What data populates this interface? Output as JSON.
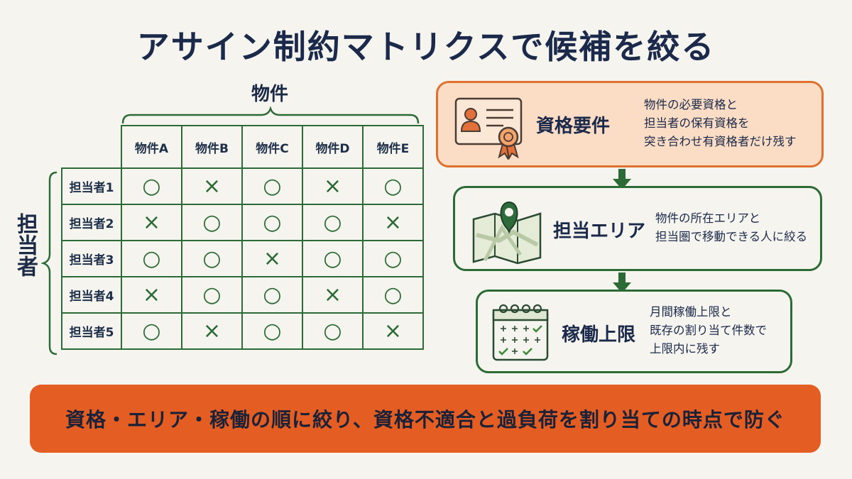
{
  "title": "アサイン制約マトリクスで候補を絞る",
  "matrix": {
    "column_axis_label": "物件",
    "row_axis_label": "担当者",
    "columns": [
      "物件A",
      "物件B",
      "物件C",
      "物件D",
      "物件E"
    ],
    "rows": [
      {
        "label": "担当者1",
        "cells": [
          "○",
          "×",
          "○",
          "×",
          "○"
        ]
      },
      {
        "label": "担当者2",
        "cells": [
          "×",
          "○",
          "○",
          "○",
          "×"
        ]
      },
      {
        "label": "担当者3",
        "cells": [
          "○",
          "○",
          "×",
          "○",
          "○"
        ]
      },
      {
        "label": "担当者4",
        "cells": [
          "×",
          "○",
          "○",
          "×",
          "○"
        ]
      },
      {
        "label": "担当者5",
        "cells": [
          "○",
          "×",
          "○",
          "○",
          "×"
        ]
      }
    ]
  },
  "flow": [
    {
      "label": "資格要件",
      "icon": "certificate-icon",
      "desc": [
        "物件の必要資格と",
        "担当者の保有資格を",
        "突き合わせ有資格者だけ残す"
      ]
    },
    {
      "label": "担当エリア",
      "icon": "map-pin-icon",
      "desc": [
        "物件の所在エリアと",
        "担当圏で移動できる人に絞る"
      ]
    },
    {
      "label": "稼働上限",
      "icon": "calendar-icon",
      "desc": [
        "月間稼働上限と",
        "既存の割り当て件数で",
        "上限内に残す"
      ]
    }
  ],
  "banner": "資格・エリア・稼働の順に絞り、資格不適合と過負荷を割り当ての時点で防ぐ",
  "colors": {
    "accent_orange": "#e45d23",
    "card_orange": "#fbdcc4",
    "green": "#2c6a36",
    "navy": "#1b2a4a"
  }
}
